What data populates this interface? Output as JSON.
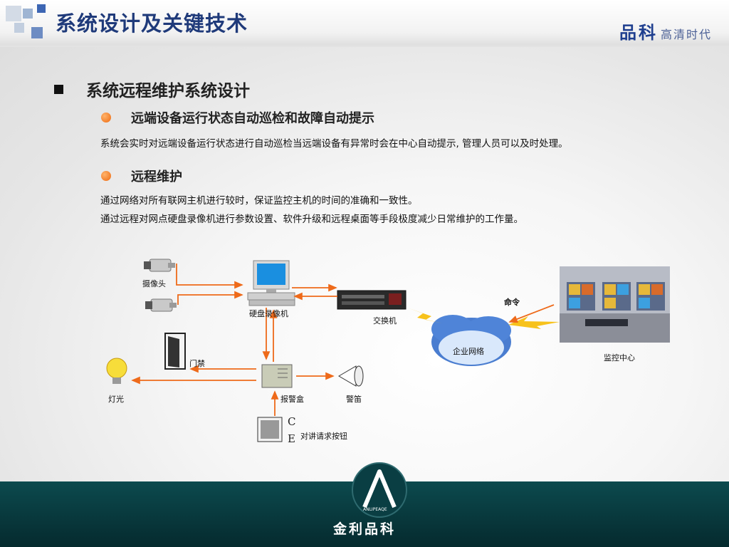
{
  "header": {
    "title": "系统设计及关键技术",
    "brand_main": "品科",
    "brand_sub": "高清时代"
  },
  "section": {
    "heading": "系统远程维护系统设计",
    "items": [
      {
        "title": "远端设备运行状态自动巡检和故障自动提示",
        "lines": [
          "系统会实时对远端设备运行状态进行自动巡检当远端设备有异常时会在中心自动提示, 管理人员可以及时处理。"
        ]
      },
      {
        "title": "远程维护",
        "lines": [
          "通过网络对所有联网主机进行较时，保证监控主机的时间的准确和一致性。",
          "通过远程对网点硬盘录像机进行参数设置、软件升级和远程桌面等手段极度减少日常维护的工作量。"
        ]
      }
    ]
  },
  "diagram": {
    "camera": "摄像头",
    "dvr": "硬盘录像机",
    "switch": "交换机",
    "network": "企业网络",
    "command": "命令",
    "monitor_center": "监控中心",
    "door": "门禁",
    "light": "灯光",
    "alarm_box": "报警盒",
    "siren": "警笛",
    "intercom": "对讲请求按钮",
    "intercom_marks": "C E",
    "arrow_color": "#ee6a1a",
    "lightning_color": "#f7c21b"
  },
  "footer": {
    "logo_text": "金利品科",
    "logo_mark": "ANLIPEAQE"
  },
  "colors": {
    "title": "#1f3a7a",
    "footer": "#0c4a4e",
    "bullet_orange": "#ee6a10"
  }
}
